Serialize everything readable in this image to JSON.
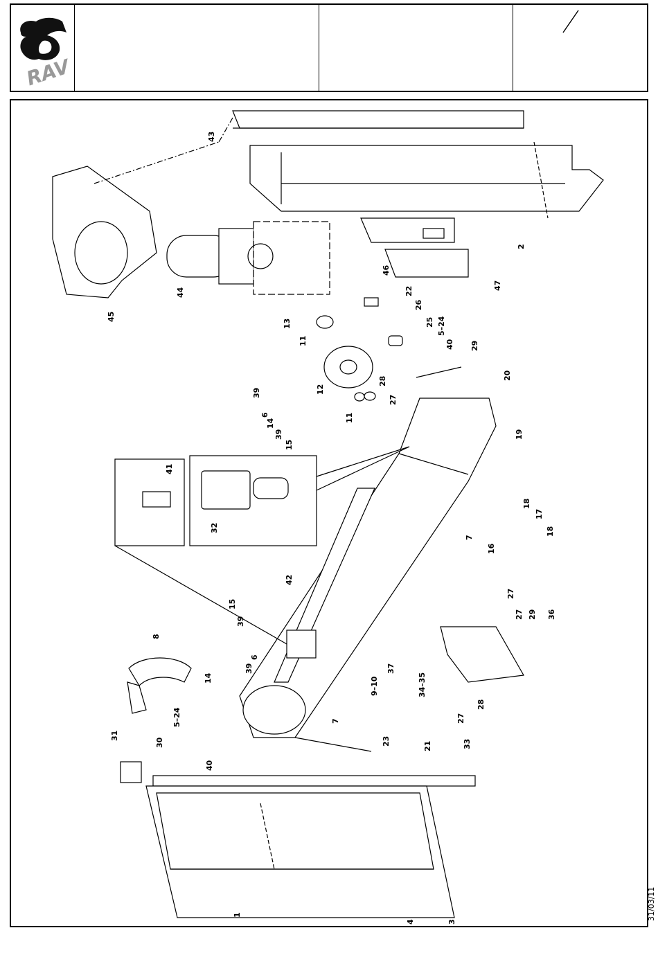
{
  "header": {
    "logo_text": "RAV",
    "revision_mark": "/"
  },
  "footer": {
    "date": "31/03/11"
  },
  "callouts": [
    {
      "id": "c43",
      "text": "43"
    },
    {
      "id": "c2",
      "text": "2"
    },
    {
      "id": "c46",
      "text": "46"
    },
    {
      "id": "c47",
      "text": "47"
    },
    {
      "id": "c44",
      "text": "44"
    },
    {
      "id": "c45",
      "text": "45"
    },
    {
      "id": "c22",
      "text": "22"
    },
    {
      "id": "c26",
      "text": "26"
    },
    {
      "id": "c25",
      "text": "25"
    },
    {
      "id": "c5_24a",
      "text": "5–24"
    },
    {
      "id": "c40a",
      "text": "40"
    },
    {
      "id": "c29a",
      "text": "29"
    },
    {
      "id": "c13",
      "text": "13"
    },
    {
      "id": "c11a",
      "text": "11"
    },
    {
      "id": "c12",
      "text": "12"
    },
    {
      "id": "c28a",
      "text": "28"
    },
    {
      "id": "c27a",
      "text": "27"
    },
    {
      "id": "c11b",
      "text": "11"
    },
    {
      "id": "c20",
      "text": "20"
    },
    {
      "id": "c39a",
      "text": "39"
    },
    {
      "id": "c6a",
      "text": "6"
    },
    {
      "id": "c14a",
      "text": "14"
    },
    {
      "id": "c39b",
      "text": "39"
    },
    {
      "id": "c15a",
      "text": "15"
    },
    {
      "id": "c19",
      "text": "19"
    },
    {
      "id": "c41",
      "text": "41"
    },
    {
      "id": "c32",
      "text": "32"
    },
    {
      "id": "c18a",
      "text": "18"
    },
    {
      "id": "c17",
      "text": "17"
    },
    {
      "id": "c7a",
      "text": "7"
    },
    {
      "id": "c16",
      "text": "16"
    },
    {
      "id": "c18b",
      "text": "18"
    },
    {
      "id": "c42",
      "text": "42"
    },
    {
      "id": "c27b",
      "text": "27"
    },
    {
      "id": "c27c",
      "text": "27"
    },
    {
      "id": "c29b",
      "text": "29"
    },
    {
      "id": "c36",
      "text": "36"
    },
    {
      "id": "c15b",
      "text": "15"
    },
    {
      "id": "c39c",
      "text": "39"
    },
    {
      "id": "c8",
      "text": "8"
    },
    {
      "id": "c6b",
      "text": "6"
    },
    {
      "id": "c14b",
      "text": "14"
    },
    {
      "id": "c39d",
      "text": "39"
    },
    {
      "id": "c37",
      "text": "37"
    },
    {
      "id": "c34_35",
      "text": "34–35"
    },
    {
      "id": "c9_10",
      "text": "9–10"
    },
    {
      "id": "c28b",
      "text": "28"
    },
    {
      "id": "c27d",
      "text": "27"
    },
    {
      "id": "c5_24b",
      "text": "5–24"
    },
    {
      "id": "c40b",
      "text": "40"
    },
    {
      "id": "c7b",
      "text": "7"
    },
    {
      "id": "c31",
      "text": "31"
    },
    {
      "id": "c30",
      "text": "30"
    },
    {
      "id": "c23",
      "text": "23"
    },
    {
      "id": "c21",
      "text": "21"
    },
    {
      "id": "c33",
      "text": "33"
    },
    {
      "id": "c1",
      "text": "1"
    },
    {
      "id": "c4",
      "text": "4"
    },
    {
      "id": "c3",
      "text": "3"
    }
  ]
}
